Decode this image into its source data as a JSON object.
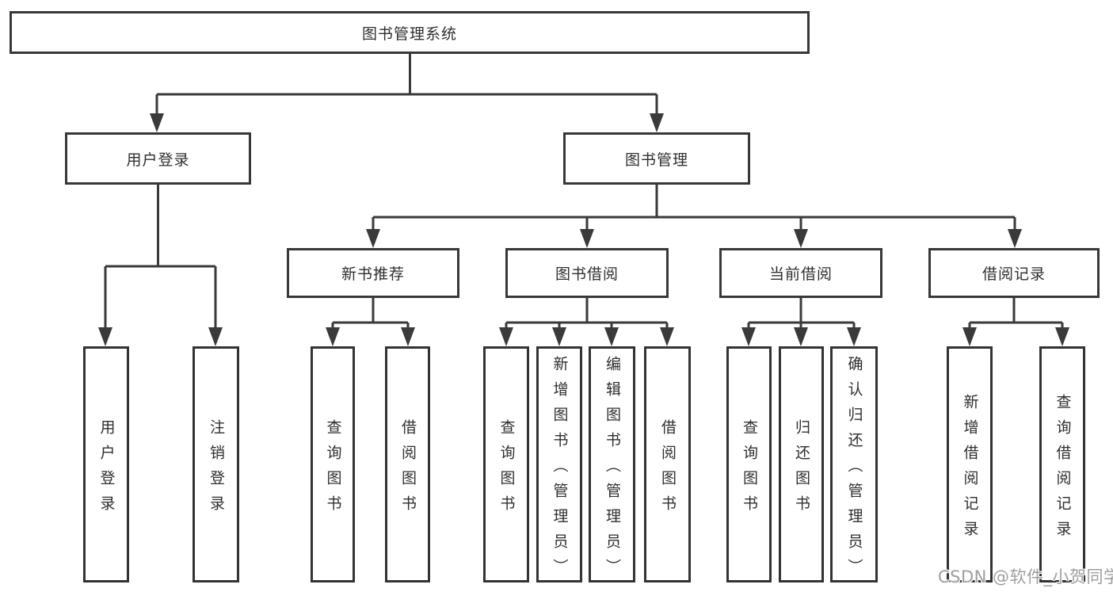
{
  "diagram_type": "functional-decomposition-tree",
  "tree": {
    "root": "图书管理系统",
    "children": [
      {
        "label": "用户登录",
        "children": [
          {
            "label": "用户登录"
          },
          {
            "label": "注销登录"
          }
        ]
      },
      {
        "label": "图书管理",
        "children": [
          {
            "label": "新书推荐",
            "children": [
              {
                "label": "查询图书"
              },
              {
                "label": "借阅图书"
              }
            ]
          },
          {
            "label": "图书借阅",
            "children": [
              {
                "label": "查询图书"
              },
              {
                "label": "新增图书（管理员）"
              },
              {
                "label": "编辑图书（管理员）"
              },
              {
                "label": "借阅图书"
              }
            ]
          },
          {
            "label": "当前借阅",
            "children": [
              {
                "label": "查询图书"
              },
              {
                "label": "归还图书"
              },
              {
                "label": "确认归还（管理员）"
              }
            ]
          },
          {
            "label": "借阅记录",
            "children": [
              {
                "label": "新增借阅记录"
              },
              {
                "label": "查询借阅记录"
              }
            ]
          }
        ]
      }
    ]
  },
  "watermark": {
    "text": "CSDN @软件_小贺同学"
  },
  "colors": {
    "line": "#3a3a3a",
    "box_border": "#383838",
    "text": "#2e2e2e",
    "watermark": "#9e9e9e",
    "background": "#ffffff"
  }
}
